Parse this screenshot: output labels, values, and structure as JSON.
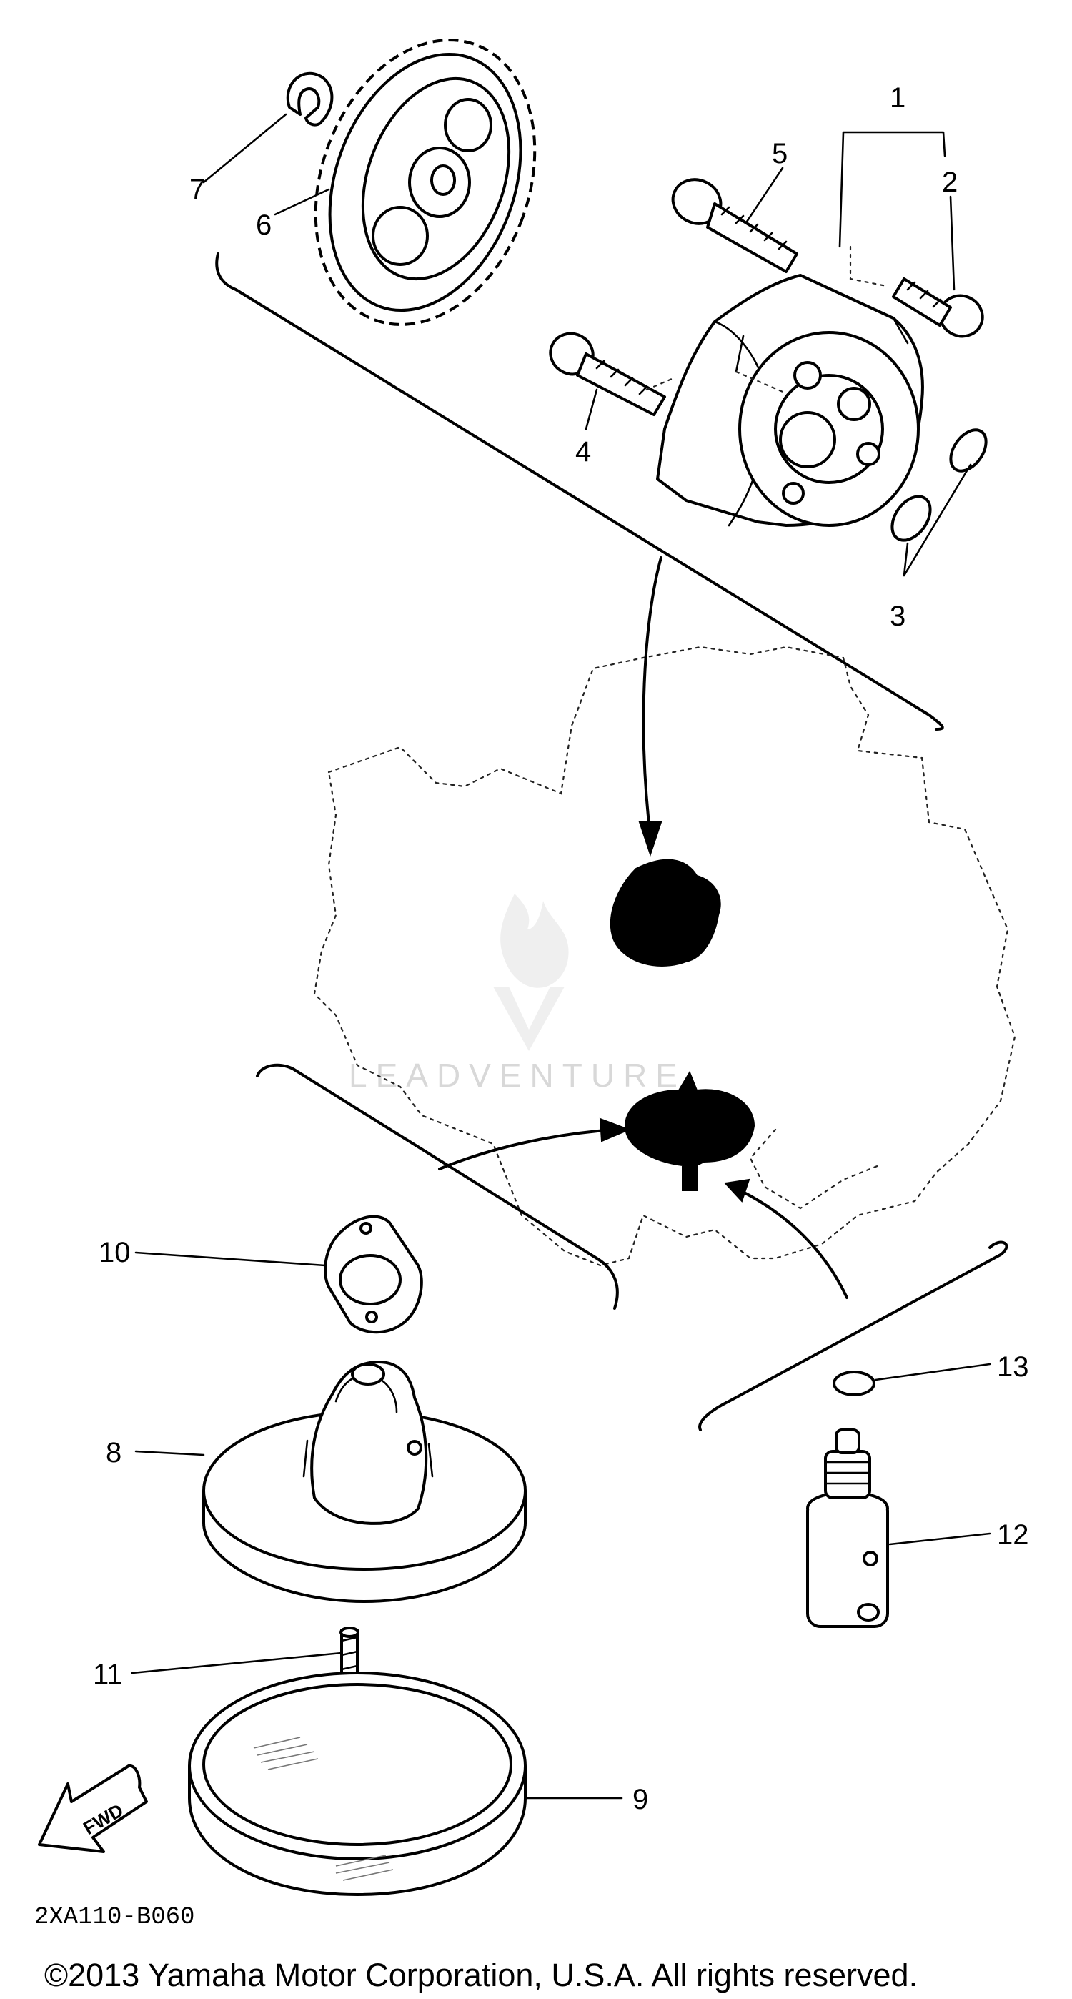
{
  "diagram": {
    "callouts": [
      {
        "id": "1",
        "label": "1"
      },
      {
        "id": "2",
        "label": "2"
      },
      {
        "id": "3",
        "label": "3"
      },
      {
        "id": "4",
        "label": "4"
      },
      {
        "id": "5",
        "label": "5"
      },
      {
        "id": "6",
        "label": "6"
      },
      {
        "id": "7",
        "label": "7"
      },
      {
        "id": "8",
        "label": "8"
      },
      {
        "id": "9",
        "label": "9"
      },
      {
        "id": "10",
        "label": "10"
      },
      {
        "id": "11",
        "label": "11"
      },
      {
        "id": "12",
        "label": "12"
      },
      {
        "id": "13",
        "label": "13"
      }
    ],
    "direction_arrow": "FWD",
    "drawing_code": "2XA110-B060",
    "watermark": "LEADVENTURE",
    "copyright": "©2013 Yamaha Motor Corporation, U.S.A. All rights reserved."
  }
}
